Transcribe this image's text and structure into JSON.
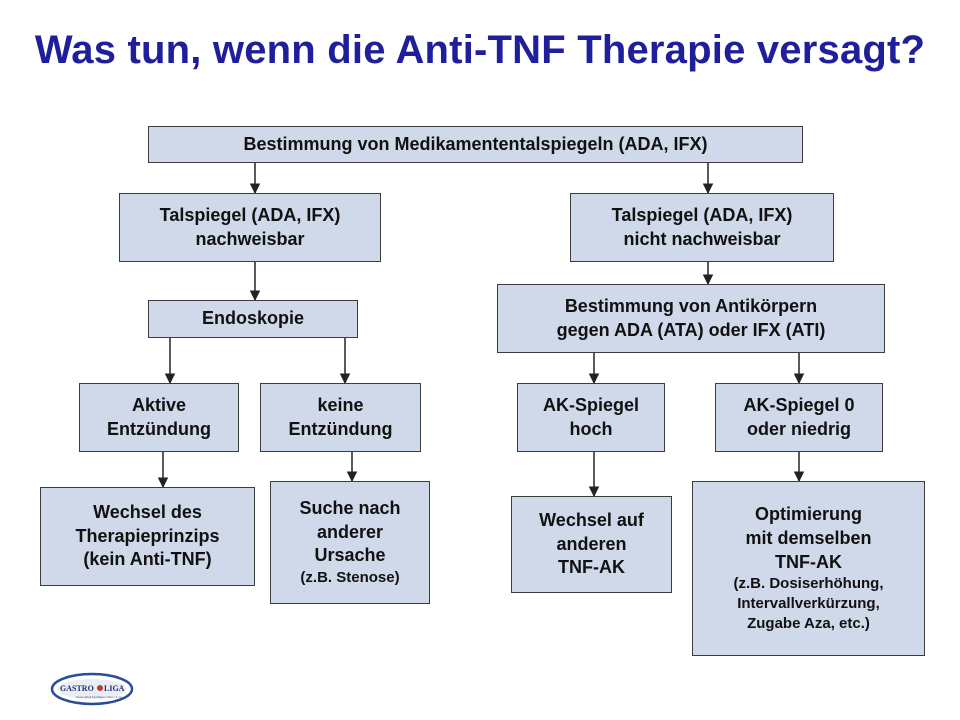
{
  "title": "Was tun, wenn die Anti-TNF Therapie versagt?",
  "boxes": {
    "root": [
      "Bestimmung von Medikamententalspiegeln (ADA, IFX)"
    ],
    "left_level": [
      "Talspiegel (ADA, IFX)",
      "nachweisbar"
    ],
    "right_level": [
      "Talspiegel (ADA, IFX)",
      "nicht nachweisbar"
    ],
    "endoskopie": [
      "Endoskopie"
    ],
    "antikoerper": [
      "Bestimmung von Antikörpern",
      "gegen ADA (ATA)  oder IFX (ATI)"
    ],
    "aktive": [
      "Aktive",
      "Entzündung"
    ],
    "keine": [
      "keine",
      "Entzündung"
    ],
    "ak_hoch": [
      "AK-Spiegel",
      "hoch"
    ],
    "ak_niedrig": [
      "AK-Spiegel 0",
      "oder niedrig"
    ],
    "wechsel_prinzip": [
      "Wechsel des",
      "Therapieprinzips",
      "(kein Anti-TNF)"
    ],
    "suche": [
      "Suche nach",
      "anderer",
      "Ursache",
      "(z.B. Stenose)"
    ],
    "wechsel_tnf": [
      "Wechsel auf",
      "anderen",
      "TNF-AK"
    ],
    "optimierung": [
      "Optimierung",
      "mit demselben",
      "TNF-AK",
      "(z.B. Dosiserhöhung,",
      "Intervallverkürzung,",
      "Zugabe Aza, etc.)"
    ]
  },
  "logo": {
    "text_left": "GASTRO",
    "text_right": "LIGA",
    "tagline": "Gesundheit für Magen, Darm & Co.",
    "accent_color": "#2a4a9c"
  },
  "colors": {
    "title": "#1f1f9c",
    "box_fill": "#cfd9ea",
    "box_border": "#3c3c3c"
  }
}
